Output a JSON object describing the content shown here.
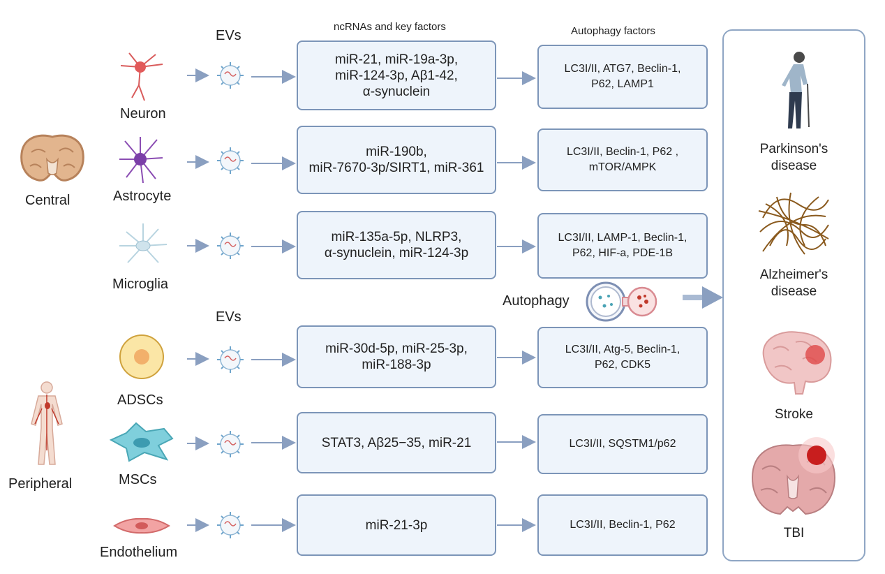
{
  "headers": {
    "evs_top": "EVs",
    "evs_bottom": "EVs",
    "ncrnas": "ncRNAs and key factors",
    "autophagy_factors": "Autophagy factors",
    "autophagy_center": "Autophagy"
  },
  "sources": {
    "central": "Central",
    "peripheral": "Peripheral"
  },
  "rows": [
    {
      "cell": "Neuron",
      "factors": "miR-21, miR-19a-3p,\nmiR-124-3p, Aβ1-42,\nα-synuclein",
      "autophagy": "LC3I/II, ATG7, Beclin-1,\nP62, LAMP1"
    },
    {
      "cell": "Astrocyte",
      "factors": "miR-190b,\nmiR-7670-3p/SIRT1, miR-361",
      "autophagy": "LC3I/II, Beclin-1, P62 ,\nmTOR/AMPK"
    },
    {
      "cell": "Microglia",
      "factors": "miR-135a-5p, NLRP3,\nα-synuclein, miR-124-3p",
      "autophagy": "LC3I/II, LAMP-1, Beclin-1,\nP62, HIF-a,  PDE-1B"
    },
    {
      "cell": "ADSCs",
      "factors": "miR-30d-5p, miR-25-3p,\nmiR-188-3p",
      "autophagy": "LC3I/II, Atg-5, Beclin-1,\nP62, CDK5"
    },
    {
      "cell": "MSCs",
      "factors": "STAT3, Aβ25−35, miR-21",
      "autophagy": "LC3I/II, SQSTM1/p62"
    },
    {
      "cell": "Endothelium",
      "factors": "miR-21-3p",
      "autophagy": "LC3I/II, Beclin-1, P62"
    }
  ],
  "diseases": [
    {
      "name": "Parkinson's\ndisease",
      "icon": "walking-elder-icon"
    },
    {
      "name": "Alzheimer's\ndisease",
      "icon": "neurofibril-tangle-icon"
    },
    {
      "name": "Stroke",
      "icon": "brain-lesion-icon"
    },
    {
      "name": "TBI",
      "icon": "brain-injury-icon"
    }
  ],
  "colors": {
    "box_fill": "#eef4fb",
    "box_border": "#7c95b8",
    "arrow": "#8a9fc0"
  }
}
